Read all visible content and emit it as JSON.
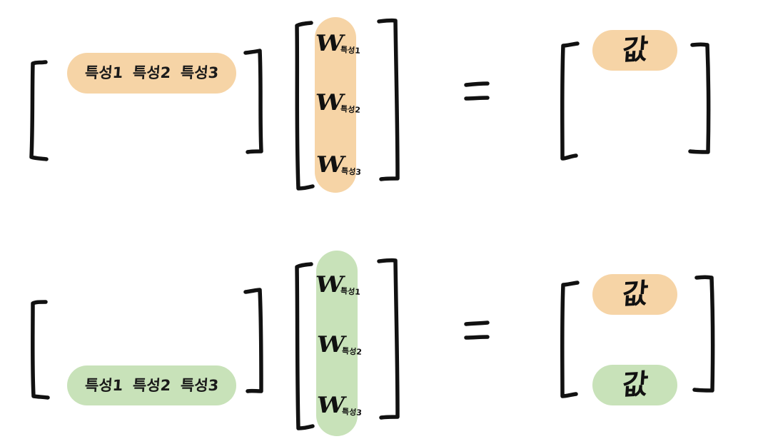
{
  "top_row": {
    "features": [
      "특성1",
      "특성2",
      "특성3"
    ],
    "weights": [
      {
        "symbol": "W",
        "subscript": "특성1"
      },
      {
        "symbol": "W",
        "subscript": "특성2"
      },
      {
        "symbol": "W",
        "subscript": "특성3"
      }
    ],
    "equals": "=",
    "values": [
      "값"
    ],
    "colors": {
      "feature_row": "#f6d4a6",
      "weight_column": "#f6d4a6",
      "value": "#f6d4a6"
    }
  },
  "bottom_row": {
    "features": [
      "특성1",
      "특성2",
      "특성3"
    ],
    "weights": [
      {
        "symbol": "W",
        "subscript": "특성1"
      },
      {
        "symbol": "W",
        "subscript": "특성2"
      },
      {
        "symbol": "W",
        "subscript": "특성3"
      }
    ],
    "equals": "=",
    "values": [
      "값",
      "값"
    ],
    "colors": {
      "feature_row": "#c8e2b9",
      "weight_column": "#c8e2b9",
      "values": [
        "#f6d4a6",
        "#c8e2b9"
      ]
    }
  },
  "icons": {
    "left_bracket": "left-bracket-icon",
    "right_bracket": "right-bracket-icon",
    "equals": "equals-icon"
  }
}
